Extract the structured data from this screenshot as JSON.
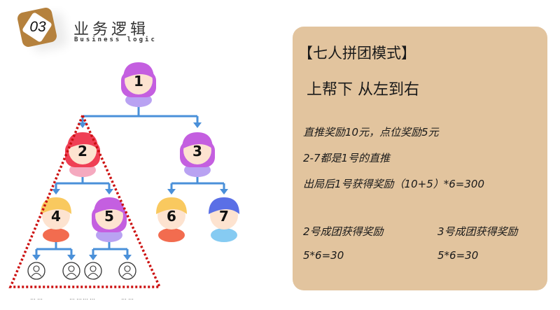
{
  "header": {
    "number": "03",
    "title": "业务逻辑",
    "subtitle": "Business logic"
  },
  "panel": {
    "heading": "【七人拼团模式】",
    "subheading": "上帮下 从左到右",
    "lines": [
      "直推奖励10元，点位奖励5元",
      "2-7都是1号的直推",
      "出局后1号获得奖励（10+5）*6=300"
    ],
    "reward2_title": "2号成团获得奖励",
    "reward2_value": "5*6=30",
    "reward3_title": "3号成团获得奖励",
    "reward3_value": "5*6=30"
  },
  "tree": {
    "nodes": [
      {
        "label": "1",
        "hair": "#c45fe0",
        "shirt": "#b9a2f2"
      },
      {
        "label": "2",
        "hair": "#ef3f55",
        "shirt": "#f5a9bf"
      },
      {
        "label": "3",
        "hair": "#c45fe0",
        "shirt": "#b9a2f2"
      },
      {
        "label": "4",
        "hair": "#f9c95f",
        "shirt": "#f26c4f"
      },
      {
        "label": "5",
        "hair": "#c45fe0",
        "shirt": "#b9a2f2"
      },
      {
        "label": "6",
        "hair": "#f9c95f",
        "shirt": "#f26c4f"
      },
      {
        "label": "7",
        "hair": "#5a6fe6",
        "shirt": "#86cbf2"
      }
    ],
    "placeholder_labels": [
      "... ...",
      "... ...",
      "... ...",
      "... ..."
    ],
    "connector_color": "#4a90d9",
    "highlight_color": "#cc1111"
  }
}
